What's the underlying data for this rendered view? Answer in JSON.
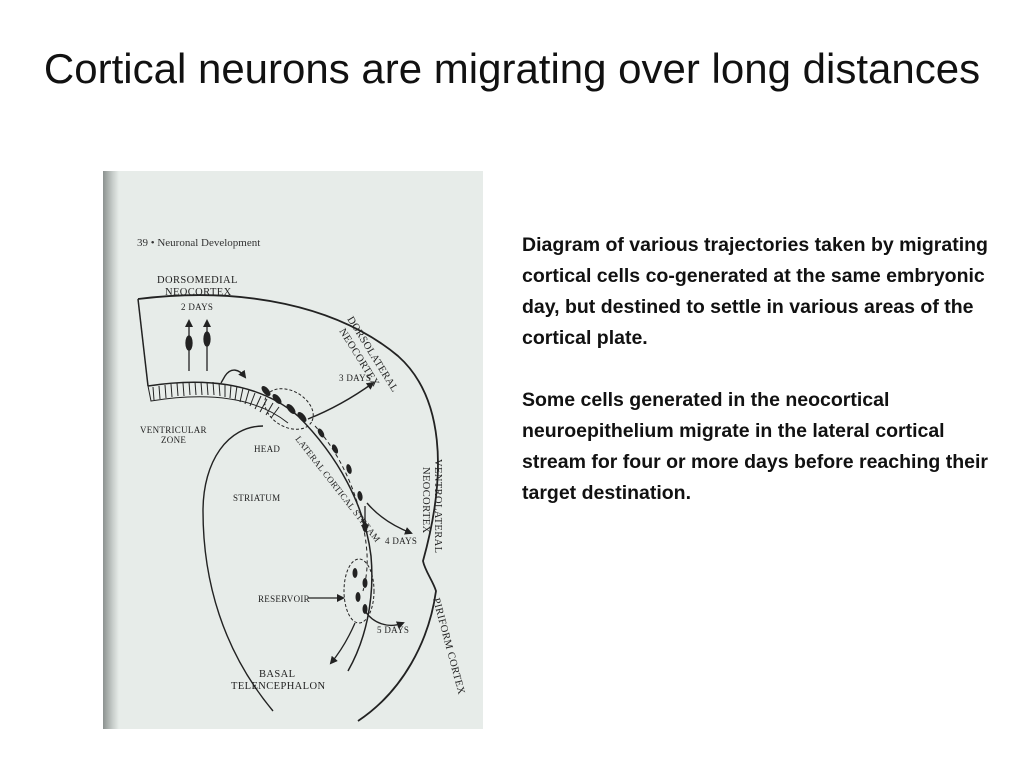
{
  "slide": {
    "title": "Cortical neurons are migrating over long distances"
  },
  "figure": {
    "caption": "39 • Neuronal Development",
    "labels": {
      "dorsomedial_1": "DORSOMEDIAL",
      "dorsomedial_2": "NEOCORTEX",
      "two_days": "2 DAYS",
      "dorsolateral_1": "DORSOLATERAL",
      "dorsolateral_2": "NEOCORTEX",
      "three_days": "3 DAYS",
      "ventricular_1": "VENTRICULAR",
      "ventricular_2": "ZONE",
      "head": "HEAD",
      "lateral_stream": "LATERAL CORTICAL STREAM",
      "ventrolateral_1": "VENTROLATERAL",
      "ventrolateral_2": "NEOCORTEX",
      "striatum": "STRIATUM",
      "four_days": "4 DAYS",
      "reservoir": "RESERVOIR",
      "piriform": "PIRIFORM CORTEX",
      "five_days": "5 DAYS",
      "basal_1": "BASAL",
      "basal_2": "TELENCEPHALON"
    }
  },
  "description": {
    "paragraph1": "Diagram of various trajectories taken by migrating cortical cells co-generated at the same embryonic day, but destined to settle in various areas of the cortical plate.",
    "paragraph2": "Some cells generated in the neocortical neuroepithelium migrate in the lateral cortical stream for four or more days before reaching their target destination."
  }
}
